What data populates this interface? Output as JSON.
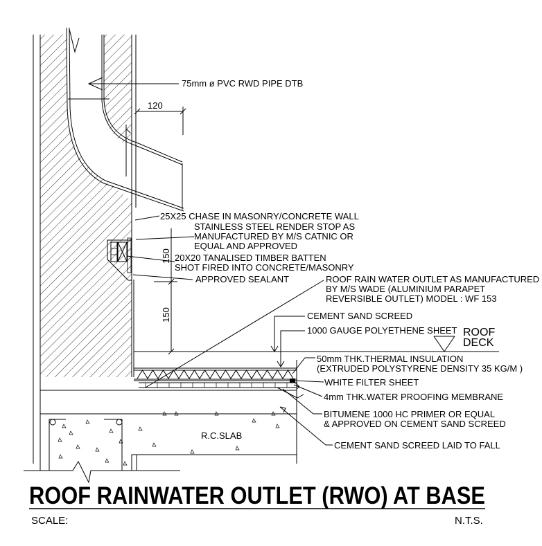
{
  "title": "ROOF RAINWATER OUTLET (RWO) AT BASE",
  "scale_label": "SCALE:",
  "scale_value": "N.T.S.",
  "labels": {
    "pipe": "75mm ø PVC RWD PIPE DTB",
    "dim_120": "120",
    "chase": "25X25 CHASE IN MASONRY/CONCRETE WALL",
    "render_stop": [
      "STAINLESS STEEL RENDER STOP AS",
      "MANUFACTURED BY M/S CATNIC OR",
      "EQUAL AND APPROVED"
    ],
    "batten": [
      "20X20 TANALISED TIMBER BATTEN",
      "SHOT FIRED INTO CONCRETE/MASONRY"
    ],
    "sealant": "APPROVED SEALANT",
    "outlet": [
      "ROOF RAIN WATER OUTLET AS MANUFACTURED",
      "BY M/S WADE (ALUMINIUM PARAPET",
      "REVERSIBLE OUTLET) MODEL : WF 153"
    ],
    "dim_150_upper": "150",
    "dim_150_lower": "150",
    "cement_screed": "CEMENT SAND SCREED",
    "polyethene": "1000 GAUGE POLYETHENE SHEET",
    "roof_deck": [
      "ROOF",
      "DECK"
    ],
    "insulation": [
      "50mm THK.THERMAL INSULATION",
      "(EXTRUDED POLYSTYRENE DENSITY 35 KG/M )"
    ],
    "filter": "WHITE FILTER SHEET",
    "membrane": "4mm THK.WATER PROOFING MEMBRANE",
    "primer": [
      "BITUMENE 1000 HC PRIMER OR EQUAL",
      "& APPROVED ON CEMENT SAND SCREED"
    ],
    "screed_fall": "CEMENT SAND SCREED LAID TO FALL",
    "slab": "R.C.SLAB"
  }
}
